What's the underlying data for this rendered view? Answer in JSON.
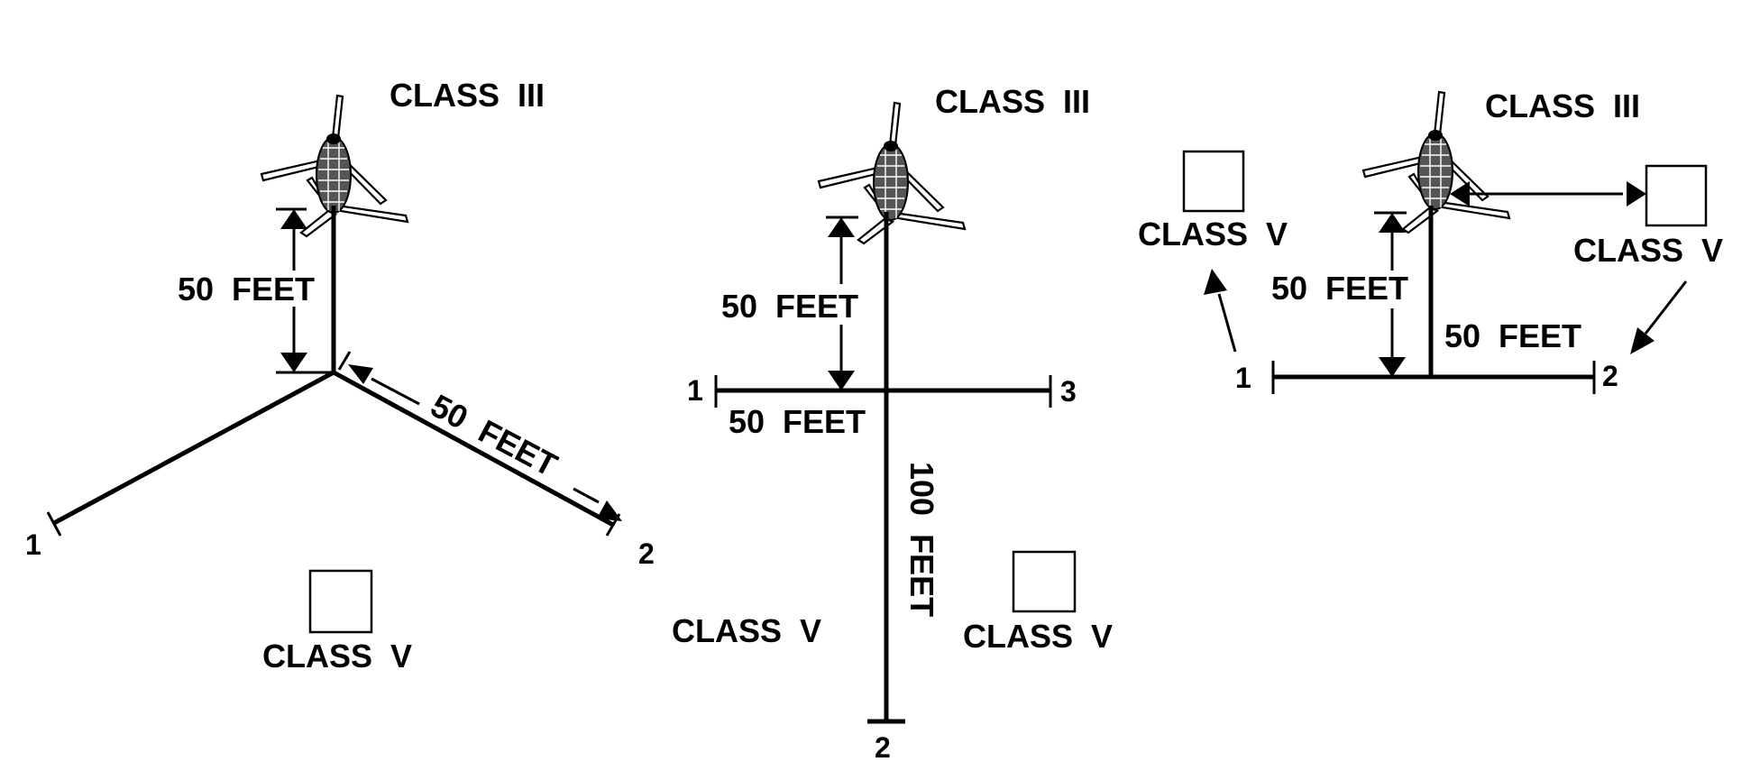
{
  "colors": {
    "ink": "#000000",
    "paper": "#ffffff"
  },
  "icons": [
    "helicopter-icon",
    "cargo-box-icon",
    "arrow-icon"
  ],
  "panels": [
    {
      "helicopter_label": "CLASS III",
      "dist_vertical": "50 FEET",
      "dist_diagonal": "50 FEET",
      "point_1": "1",
      "point_2": "2",
      "box_label": "CLASS V"
    },
    {
      "helicopter_label": "CLASS III",
      "dist_vertical": "50 FEET",
      "dist_horizontal": "50 FEET",
      "dist_long": "100 FEET",
      "point_1": "1",
      "point_2": "2",
      "point_3": "3",
      "left_label": "CLASS V",
      "box_label": "CLASS V"
    },
    {
      "helicopter_label": "CLASS III",
      "dist_vertical": "50 FEET",
      "dist_horizontal": "50 FEET",
      "point_1": "1",
      "point_2": "2",
      "box_left_label": "CLASS V",
      "box_right_label": "CLASS V"
    }
  ]
}
